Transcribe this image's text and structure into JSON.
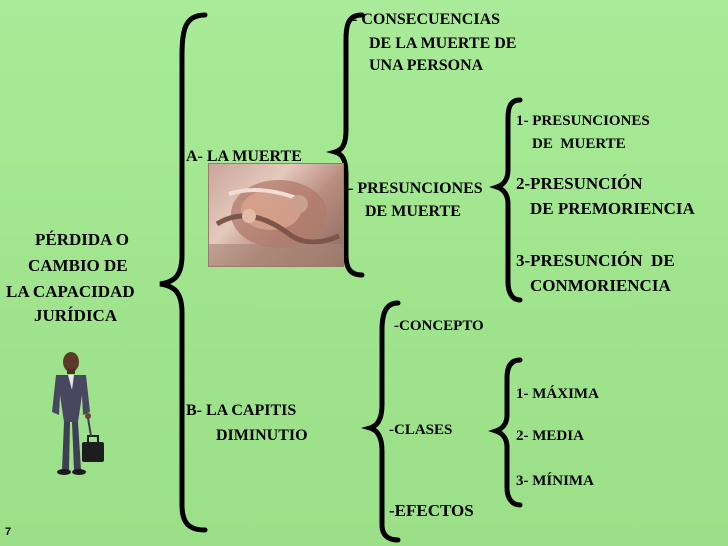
{
  "slide": {
    "main_title": [
      "PÉRDIDA O",
      "CAMBIO DE",
      "LA CAPACIDAD",
      "JURÍDICA"
    ],
    "branch_a": "A- LA MUERTE",
    "branch_b": [
      "B- LA CAPITIS",
      "DIMINUTIO"
    ],
    "consecuencias": [
      "- CONSECUENCIAS",
      "DE LA MUERTE DE",
      "UNA PERSONA"
    ],
    "presunciones": [
      "- PRESUNCIONES",
      "DE MUERTE"
    ],
    "presunciones_list": [
      [
        "1- PRESUNCIONES",
        "DE  MUERTE"
      ],
      [
        "2-PRESUNCIÓN",
        "DE PREMORIENCIA"
      ],
      [
        "3-PRESUNCIÓN  DE",
        "CONMORIENCIA"
      ]
    ],
    "concepto": "-CONCEPTO",
    "clases": "-CLASES",
    "efectos": "-EFECTOS",
    "clases_list": [
      "1- MÁXIMA",
      "2- MEDIA",
      "3- MÍNIMA"
    ],
    "slide_number": "7"
  },
  "colors": {
    "background": "#a3e892",
    "text": "#000000"
  },
  "images": {
    "fresco": "creation-of-adam-fresco",
    "man": "businessman-with-briefcase"
  }
}
